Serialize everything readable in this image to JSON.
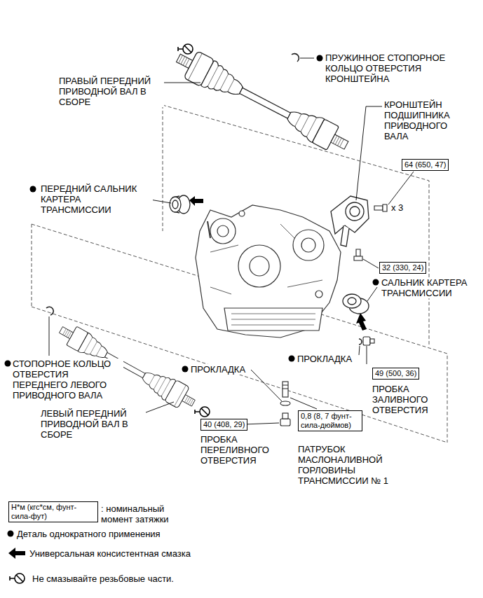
{
  "diagram": {
    "nodes": [
      {
        "text": [
          "64 (650, 47)"
        ]
      },
      {
        "text": [
          "32 (330, 24)"
        ]
      },
      {
        "text": [
          "49 (500, 36)"
        ]
      },
      {
        "text": [
          "40 (408, 29)"
        ]
      },
      {
        "text": [
          "0,8 (8, 7 фунт-сила-дюймов)"
        ]
      },
      {
        "text": [
          "Н*м (кгс*см, фунт-сила-фут)"
        ]
      }
    ],
    "labels": [
      "ПРАВЫЙ ПЕРЕДНИЙ ПРИВОДНОЙ ВАЛ В СБОРЕ",
      "ПРУЖИННОЕ СТОПОРНОЕ КОЛЬЦО ОТВЕРСТИЯ КРОНШТЕЙНА",
      "КРОНШТЕЙН ПОДШИПНИКА ПРИВОДНОГО ВАЛА",
      "ПЕРЕДНИЙ САЛЬНИК КАРТЕРА ТРАНСМИССИИ",
      "x 3",
      "САЛЬНИК КАРТЕРА ТРАНСМИССИИ",
      "СТОПОРНОЕ КОЛЬЦО ОТВЕРСТИЯ ПЕРЕДНЕГО ЛЕВОГО ПРИВОДНОГО ВАЛА",
      "ЛЕВЫЙ ПЕРЕДНИЙ ПРИВОДНОЙ ВАЛ В СБОРЕ",
      "ПРОКЛАДКА",
      "ПРОКЛАДКА",
      "ПРОБКА ЗАЛИВНОГО ОТВЕРСТИЯ",
      "ПРОБКА ПЕРЕЛИВНОГО ОТВЕРСТИЯ",
      "ПАТРУБОК МАСЛОНАЛИВНОЙ ГОРЛОВИНЫ ТРАНСМИССИИ № 1"
    ],
    "legend": [
      {
        "text": ": номинальный момент затяжки"
      },
      {
        "text": "Деталь однократного применения"
      },
      {
        "text": "Универсальная консистентная смазка"
      },
      {
        "text": "Не смазывайте резьбовые части."
      }
    ]
  }
}
